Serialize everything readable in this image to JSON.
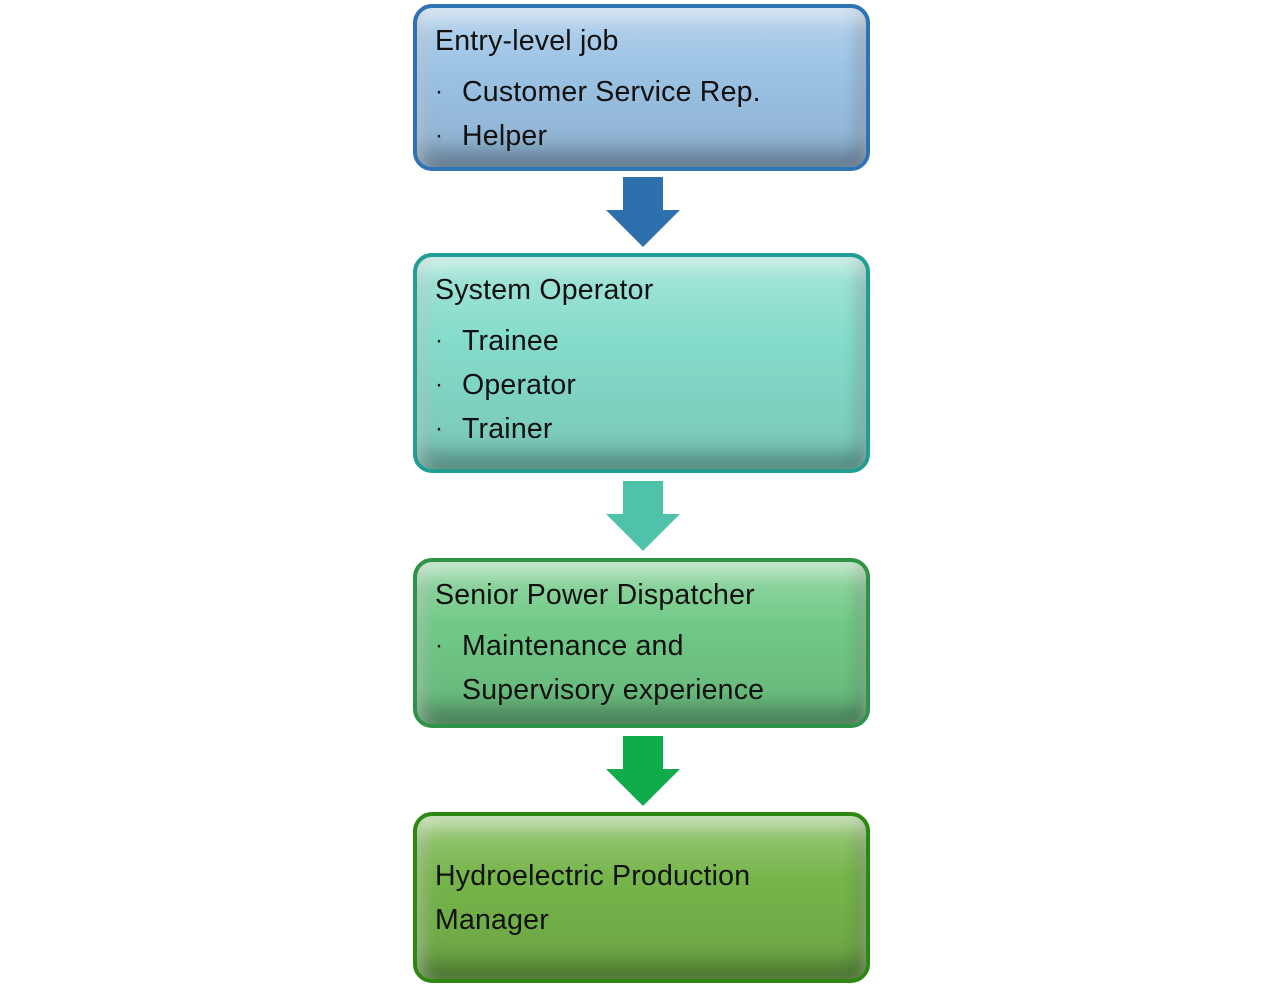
{
  "diagram": {
    "bullet_char": "·",
    "boxes": [
      {
        "heading": "Entry-level job",
        "bullets": [
          "Customer Service Rep.",
          "Helper"
        ],
        "fill": "#9cc3e5",
        "border": "#2e74b5"
      },
      {
        "heading": "System Operator",
        "bullets": [
          "Trainee",
          "Operator",
          "Trainer"
        ],
        "fill": "#85dcca",
        "border": "#219e92"
      },
      {
        "heading": "Senior Power Dispatcher",
        "bullets": [
          "Maintenance and Supervisory experience"
        ],
        "fill": "#71c987",
        "border": "#2f9247"
      },
      {
        "heading": "Hydroelectric Production Manager",
        "bullets": [],
        "fill": "#76b54b",
        "border": "#2c8813"
      }
    ],
    "arrows": [
      {
        "color": "#2e6fad"
      },
      {
        "color": "#4fc3aa"
      },
      {
        "color": "#10ab4b"
      }
    ]
  }
}
